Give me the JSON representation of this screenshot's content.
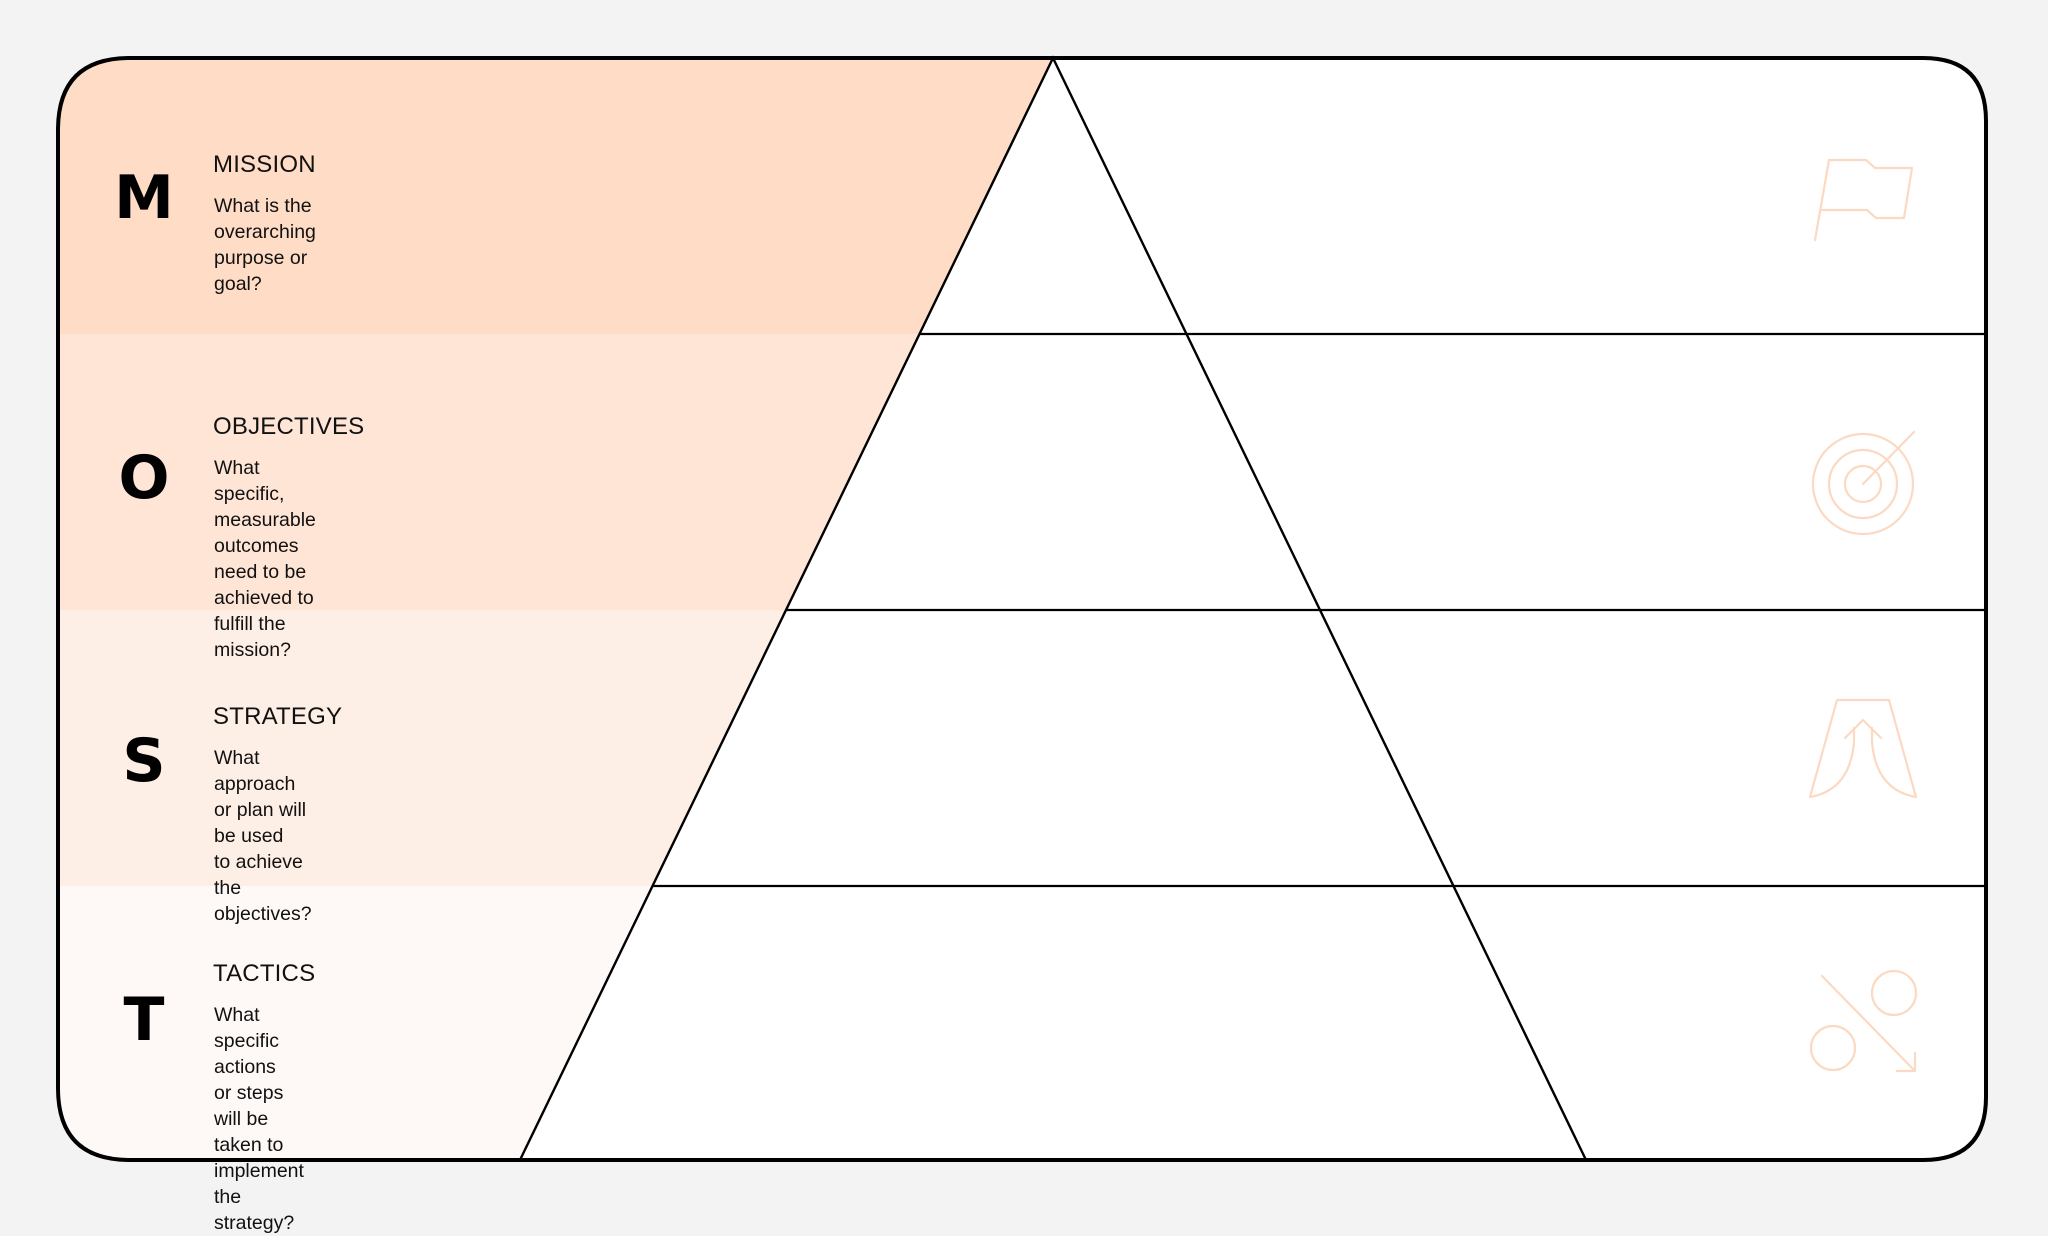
{
  "colors": {
    "background": "#f3f3f3",
    "band_mission": "#fedcc5",
    "band_objectives": "#fee5d6",
    "band_strategy": "#feefe6",
    "band_tactics": "#fef9f7",
    "icon_stroke": "#fbd9c2",
    "outline": "#000000"
  },
  "layers": [
    {
      "letter": "M",
      "title": "MISSION",
      "description": "What is the overarching\npurpose or goal?",
      "icon": "flag-icon"
    },
    {
      "letter": "O",
      "title": "OBJECTIVES",
      "description": "What specific, measurable\noutcomes need to be\nachieved to fulfill the mission?",
      "icon": "target-icon"
    },
    {
      "letter": "S",
      "title": "STRATEGY",
      "description": "What approach\nor plan will be used\nto achieve the objectives?",
      "icon": "strategy-arrow-icon"
    },
    {
      "letter": "T",
      "title": "TACTICS",
      "description": "What specific actions\nor steps  will be taken to\nimplement the strategy?",
      "icon": "percent-icon"
    }
  ]
}
